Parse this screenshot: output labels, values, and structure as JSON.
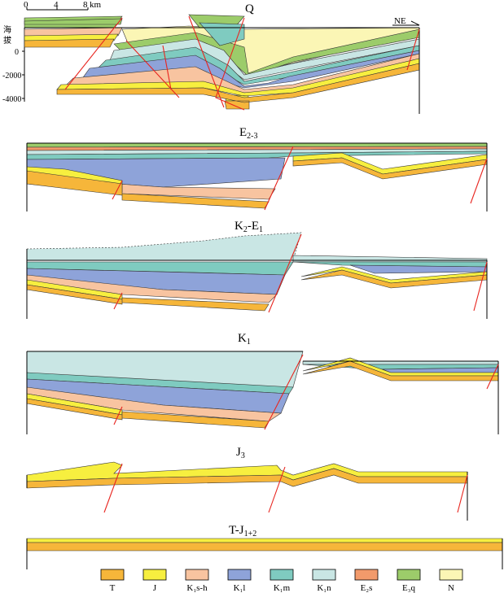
{
  "colors": {
    "T": "#f6b63a",
    "J": "#f7ef3f",
    "K1s-h": "#f8c4a0",
    "K1l": "#8ea3d9",
    "K1m": "#7fcbc0",
    "K1n": "#c9e6e4",
    "E2s": "#f29a6b",
    "E3q": "#9ccc6a",
    "N": "#fbf6b5",
    "fault": "#e8251f"
  },
  "scale": {
    "ticks": [
      "0",
      "4",
      "8"
    ],
    "unit": "km"
  },
  "orientation_label": "NE",
  "vertical_axis": {
    "title_top": "海",
    "title_bottom": "拔",
    "ticks": [
      "0",
      "-2000",
      "-4000"
    ]
  },
  "sections": [
    {
      "id": "Q",
      "title_main": "Q",
      "title_sub": ""
    },
    {
      "id": "E23",
      "title_main": "E",
      "title_sub": "2-3"
    },
    {
      "id": "K2E1",
      "title_main": "K",
      "title_sub": "2",
      "title_main2": "-E",
      "title_sub2": "1"
    },
    {
      "id": "K1",
      "title_main": "K",
      "title_sub": "1"
    },
    {
      "id": "J3",
      "title_main": "J",
      "title_sub": "3"
    },
    {
      "id": "TJ",
      "title_main": "T-J",
      "title_sub": "1+2"
    }
  ],
  "legend": [
    {
      "key": "T",
      "label": "T"
    },
    {
      "key": "J",
      "label": "J"
    },
    {
      "key": "K1s-h",
      "label": "K₁s-h"
    },
    {
      "key": "K1l",
      "label": "K₁l"
    },
    {
      "key": "K1m",
      "label": "K₁m"
    },
    {
      "key": "K1n",
      "label": "K₁n"
    },
    {
      "key": "E2s",
      "label": "E₂s"
    },
    {
      "key": "E3q",
      "label": "E₃q"
    },
    {
      "key": "N",
      "label": "N"
    }
  ]
}
